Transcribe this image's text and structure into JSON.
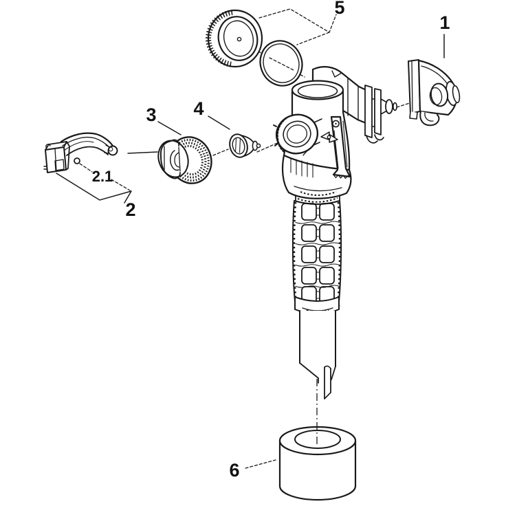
{
  "diagram": {
    "background_color": "#ffffff",
    "line_color": "#1a1a1a",
    "label_color": "#111111",
    "labels": {
      "part_1": "1",
      "part_2": "2",
      "part_2_1": "2.1",
      "part_3": "3",
      "part_4": "4",
      "part_5": "5",
      "part_6": "6"
    }
  }
}
